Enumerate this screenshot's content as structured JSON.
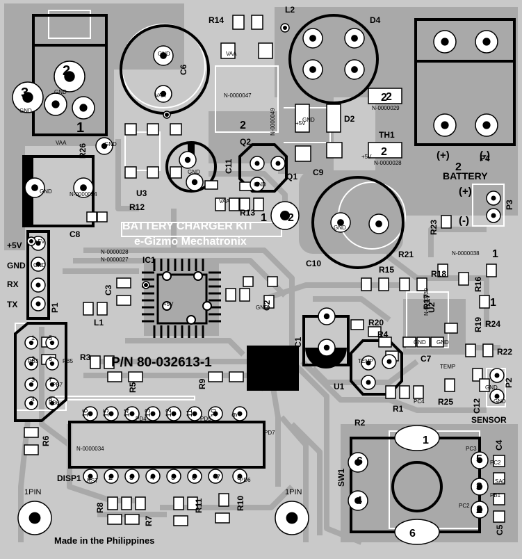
{
  "board": {
    "title": "BATTERY CHARGER KIT",
    "maker": "e-Gizmo Mechatronix",
    "part_number": "P/N 80-032613-1",
    "origin": "Made in the Philippines",
    "battery_label": "BATTERY",
    "sensor_label": "SENSOR",
    "pin1_left": "1PIN",
    "pin1_right": "1PIN"
  },
  "left_labels": [
    "+5V",
    "GND",
    "RX",
    "TX"
  ],
  "designators": [
    "L2",
    "R14",
    "D4",
    "C6",
    "Q2",
    "D2",
    "TH1",
    "P4",
    "Q1",
    "C9",
    "U3",
    "R26",
    "C11",
    "R12",
    "R13",
    "C8",
    "R23",
    "P3",
    "R21",
    "IC1",
    "C10",
    "R15",
    "R18",
    "R16",
    "C3",
    "C2",
    "R17",
    "R24",
    "L1",
    "P1",
    "R20",
    "R4",
    "R19",
    "R22",
    "C1",
    "U1",
    "R3",
    "R5",
    "R9",
    "R6",
    "R1",
    "R25",
    "C12",
    "P2",
    "R2",
    "DISP1",
    "SW1",
    "C4",
    "C5",
    "R8",
    "R7",
    "R11",
    "R10",
    "C7",
    "U2"
  ],
  "pad_numbers": {
    "large_pads": [
      "2",
      "3",
      "1",
      "2",
      "2",
      "2",
      "2",
      "1",
      "2",
      "2",
      "1",
      "1",
      "6",
      "6",
      "4",
      "5",
      "3",
      "2",
      "1"
    ],
    "net_labels": [
      "GND",
      "GND",
      "VAA",
      "GND",
      "VAA",
      "VAA",
      "GND",
      "GND",
      "GND",
      "VAA",
      "GND",
      "+5V",
      "GND",
      "GND",
      "+5V",
      "GND",
      "+5V",
      "+5V",
      "GND",
      "GND",
      "GND",
      "TEMP",
      "TEMP",
      "GND",
      "GND",
      "PC4",
      "PC3",
      "PC2",
      "SA0",
      "PB1",
      "PB3",
      "PB5",
      "PB7",
      "PB6",
      "RST",
      "PD4",
      "PD5",
      "PD6",
      "PD7",
      "PC2"
    ]
  },
  "component_values": [
    "N-0000047",
    "N-0000029",
    "N-0000028",
    "N-0000034",
    "N-0000028",
    "N-0000027",
    "N-0000039",
    "N-0000038",
    "N-0000049",
    "N-0000034"
  ],
  "display_pins_top": [
    "16",
    "15",
    "14",
    "13",
    "12",
    "11",
    "10",
    "9"
  ],
  "display_pins_bottom": [
    "1",
    "2",
    "3",
    "4",
    "5",
    "6",
    "7",
    "8"
  ],
  "header_pins": [
    "1",
    "2",
    "3",
    "4",
    "5",
    "6",
    "7",
    "8"
  ],
  "polarity": {
    "plus": "(+)",
    "minus": "(-)"
  },
  "colors": {
    "board": "#c9c9c9",
    "copper": "#a6a6a6",
    "silk": "#ffffff",
    "outline": "#000000"
  }
}
